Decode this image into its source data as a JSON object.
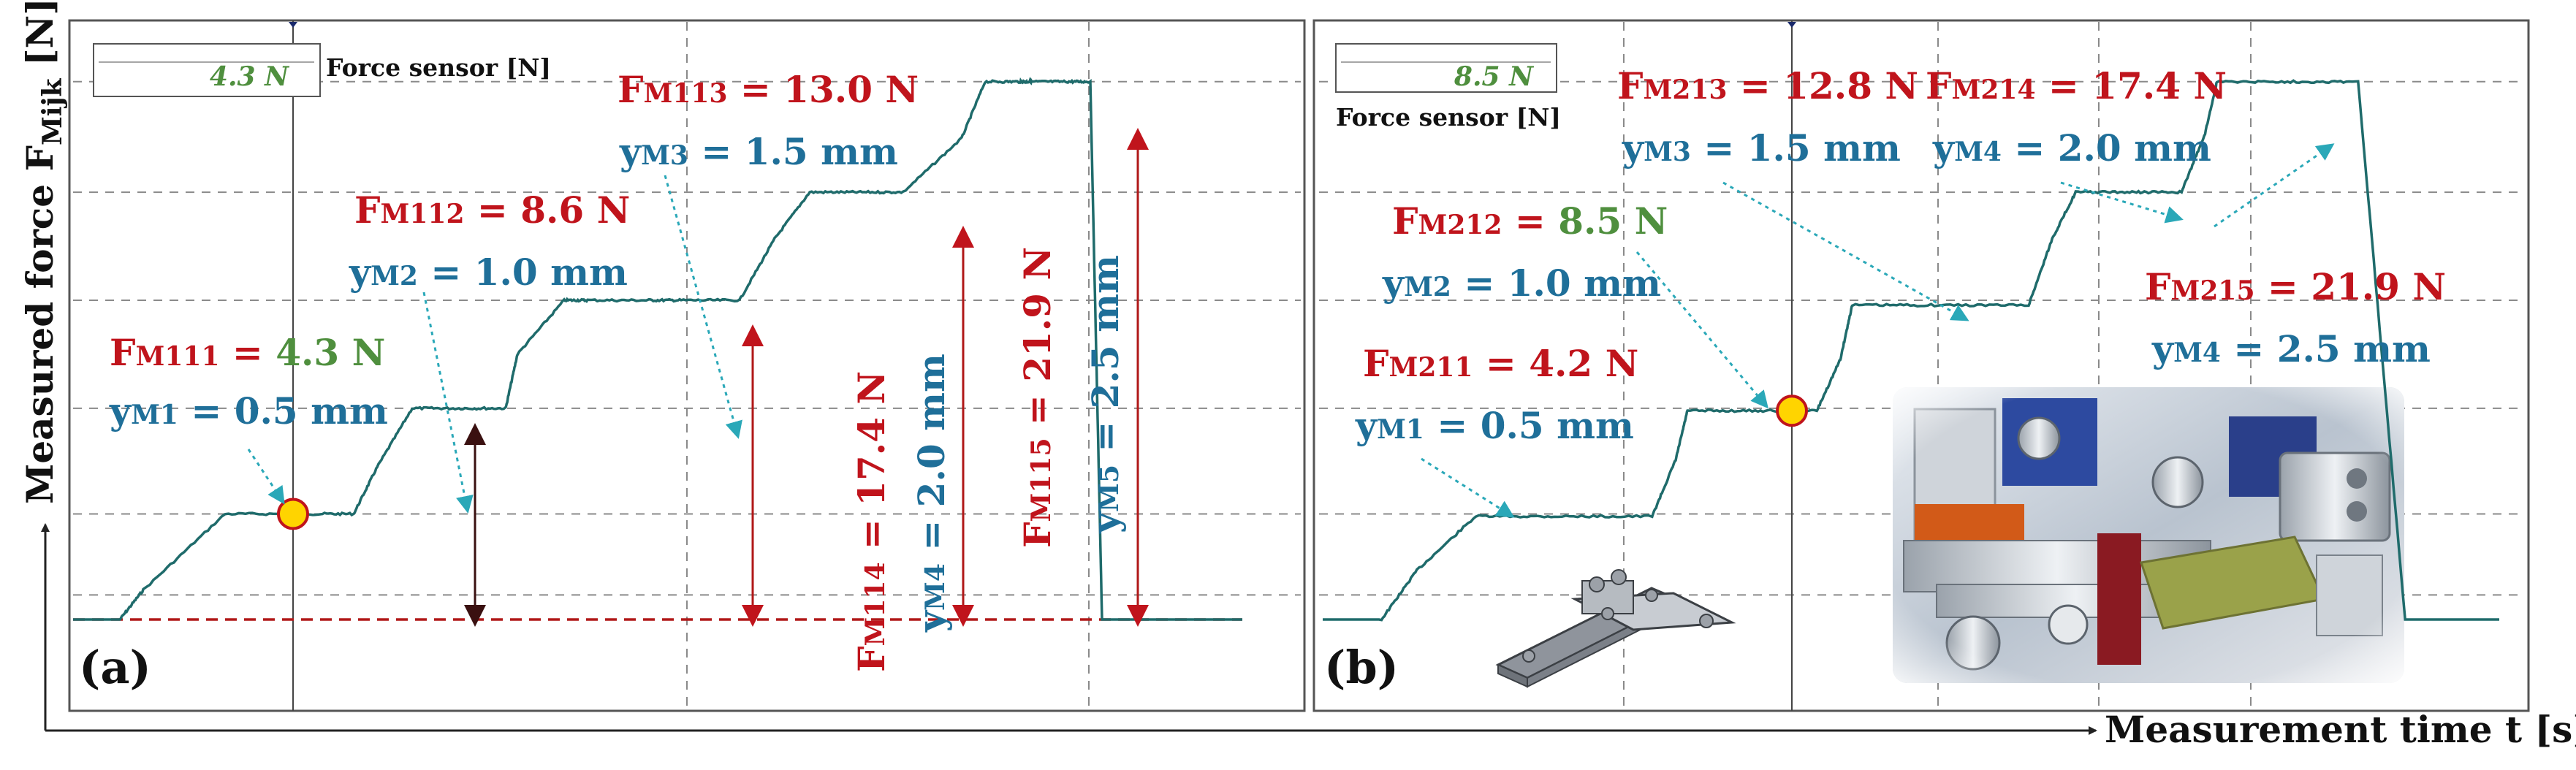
{
  "colors": {
    "trace": "#1f6b6b",
    "red": "#c0141c",
    "blue": "#1f6f99",
    "green": "#4f8f3e",
    "grid": "#8a8a8a",
    "marker_fill": "#ffd400",
    "marker_stroke": "#c0141c",
    "frame": "#555555"
  },
  "axes": {
    "ylabel_main": "Measured force F",
    "ylabel_sub": "Mijk",
    "ylabel_unit": " [N]",
    "xlabel": "Measurement time t [s]"
  },
  "panel_a": {
    "label": "(a)",
    "sensor_value": "4.3 N",
    "sensor_label": "Force sensor [N]"
  },
  "panel_b": {
    "label": "(b)",
    "sensor_value": "8.5 N",
    "sensor_label": "Force sensor [N]"
  },
  "chart_data": [
    {
      "type": "line",
      "panel": "a",
      "title": "",
      "xlabel": "Measurement time t [s]",
      "ylabel": "Measured force FMijk [N]",
      "ylim": [
        0,
        23.5
      ],
      "x": [
        0,
        0.04,
        0.06,
        0.13,
        0.2,
        0.24,
        0.26,
        0.29,
        0.33,
        0.37,
        0.38,
        0.42,
        0.44,
        0.49,
        0.52,
        0.57,
        0.6,
        0.63,
        0.67,
        0.71,
        0.76,
        0.78,
        0.81,
        0.82,
        0.85,
        0.87,
        0.88,
        1.0
      ],
      "series": [
        {
          "values": [
            0,
            0,
            1.2,
            4.3,
            4.3,
            4.3,
            6.2,
            8.6,
            8.6,
            8.6,
            10.8,
            13.0,
            13.0,
            13.0,
            13.0,
            13.0,
            15.5,
            17.4,
            17.4,
            17.4,
            19.6,
            21.9,
            21.9,
            21.9,
            21.9,
            21.9,
            0,
            0
          ]
        }
      ],
      "annotations": [
        {
          "force_label": "FM111 = 4.3 N",
          "disp_label": "yM1 = 0.5 mm",
          "force": 4.3,
          "disp_mm": 0.5
        },
        {
          "force_label": "FM112 = 8.6 N",
          "disp_label": "yM2 = 1.0 mm",
          "force": 8.6,
          "disp_mm": 1.0
        },
        {
          "force_label": "FM113 = 13.0 N",
          "disp_label": "yM3 = 1.5 mm",
          "force": 13.0,
          "disp_mm": 1.5
        },
        {
          "force_label": "FM114 = 17.4 N",
          "disp_label": "yM4 = 2.0 mm",
          "force": 17.4,
          "disp_mm": 2.0
        },
        {
          "force_label": "FM115 = 21.9 N",
          "disp_label": "yM5 = 2.5 mm",
          "force": 21.9,
          "disp_mm": 2.5
        }
      ]
    },
    {
      "type": "line",
      "panel": "b",
      "title": "",
      "xlabel": "Measurement time t [s]",
      "ylabel": "Measured force FMijk [N]",
      "ylim": [
        0,
        23.5
      ],
      "x": [
        0,
        0.05,
        0.08,
        0.13,
        0.2,
        0.28,
        0.3,
        0.31,
        0.37,
        0.42,
        0.44,
        0.45,
        0.52,
        0.6,
        0.62,
        0.64,
        0.69,
        0.73,
        0.75,
        0.76,
        0.82,
        0.88,
        0.92,
        1.0
      ],
      "series": [
        {
          "values": [
            0,
            0,
            2.0,
            4.2,
            4.2,
            4.2,
            6.5,
            8.5,
            8.5,
            8.5,
            10.6,
            12.8,
            12.8,
            12.8,
            15.5,
            17.4,
            17.4,
            17.4,
            19.8,
            21.9,
            21.9,
            21.9,
            0,
            0
          ]
        }
      ],
      "annotations": [
        {
          "force_label": "FM211 = 4.2 N",
          "disp_label": "yM1 = 0.5 mm",
          "force": 4.2,
          "disp_mm": 0.5
        },
        {
          "force_label": "FM212 = 8.5 N",
          "disp_label": "yM2 = 1.0 mm",
          "force": 8.5,
          "disp_mm": 1.0
        },
        {
          "force_label": "FM213 = 12.8 N",
          "disp_label": "yM3 = 1.5 mm",
          "force": 12.8,
          "disp_mm": 1.5
        },
        {
          "force_label": "FM214 = 17.4 N",
          "disp_label": "yM4 = 2.0 mm",
          "force": 17.4,
          "disp_mm": 2.0
        },
        {
          "force_label": "FM215 = 21.9 N",
          "disp_label": "yM4 = 2.5 mm",
          "force": 21.9,
          "disp_mm": 2.5
        }
      ]
    }
  ]
}
